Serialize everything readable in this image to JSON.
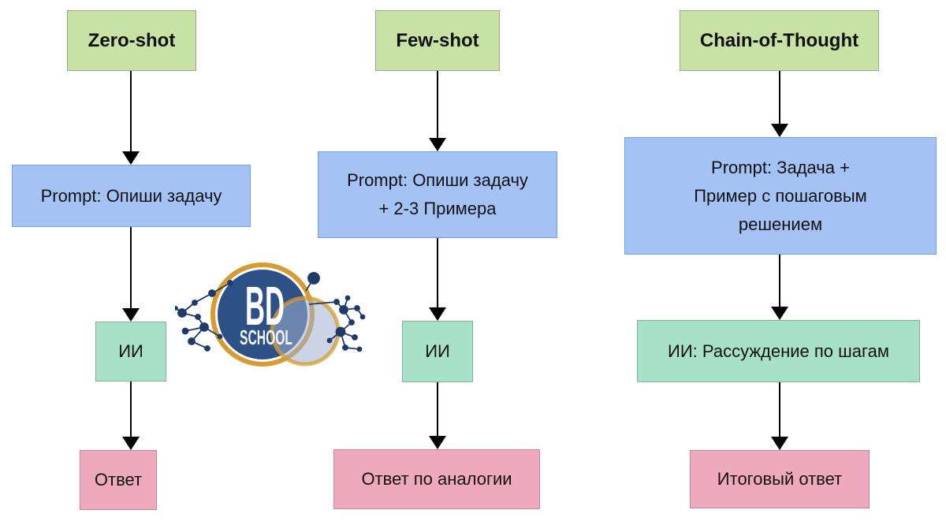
{
  "columns": [
    {
      "header": "Zero-shot",
      "prompt_lines": [
        "Prompt: Опиши задачу"
      ],
      "ai_label": "ИИ",
      "answer": "Ответ"
    },
    {
      "header": "Few-shot",
      "prompt_lines": [
        "Prompt: Опиши задачу",
        "+ 2-3 Примера"
      ],
      "ai_label": "ИИ",
      "answer": "Ответ по аналогии"
    },
    {
      "header": "Chain-of-Thought",
      "prompt_lines": [
        "Prompt: Задача +",
        "Пример с пошаговым",
        "решением"
      ],
      "ai_label": "ИИ: Рассуждение по шагам",
      "answer": "Итоговый ответ"
    }
  ],
  "logo": {
    "primary": "BD",
    "secondary": "SCHOOL"
  },
  "colors": {
    "header_fill": "#c8e1a4",
    "header_border": "#9fa690",
    "prompt_fill": "#a4c2f4",
    "prompt_border": "#6d9eeb",
    "ai_fill": "#a7e1c7",
    "ai_border": "#7fb39c",
    "answer_fill": "#efa9bc",
    "answer_border": "#c4849c",
    "arrow": "#000000",
    "text": "#111111",
    "logo_circle": "#2d5186",
    "logo_ring": "#d79b2f",
    "logo_overlay_circle": "#9fb0cf",
    "logo_molecule": "#1e3a68",
    "logo_text": "#ffffff"
  }
}
